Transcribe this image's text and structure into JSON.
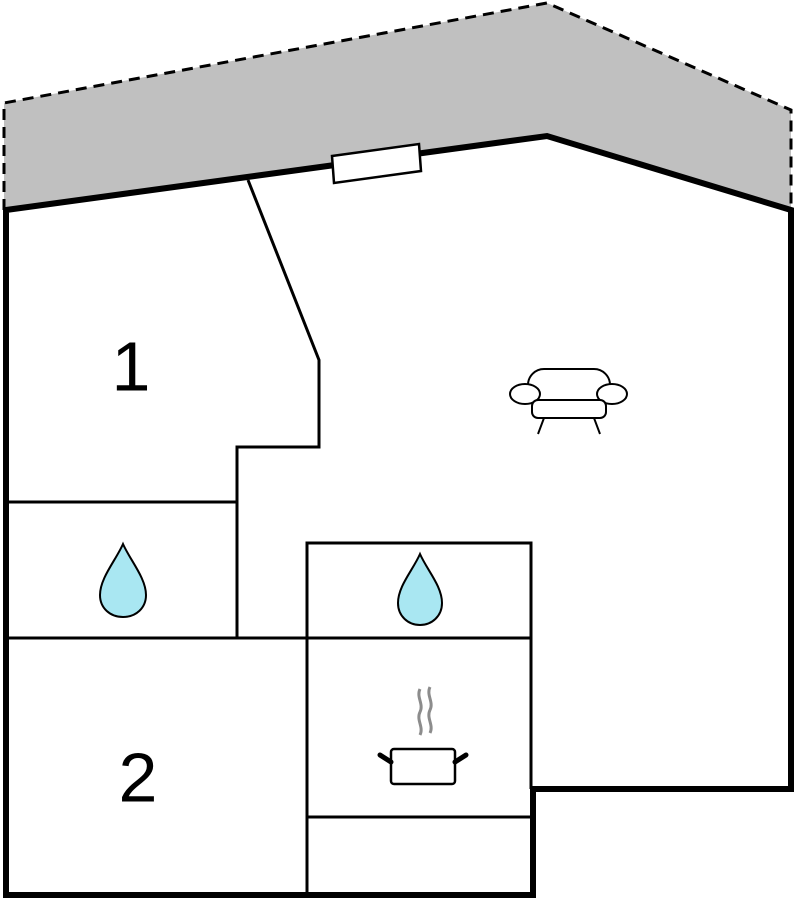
{
  "floor_plan": {
    "rooms": [
      {
        "label": "1",
        "type": "bedroom"
      },
      {
        "label": "2",
        "type": "bedroom"
      },
      {
        "type": "bathroom",
        "icon": "water-drop-icon"
      },
      {
        "type": "bathroom",
        "icon": "water-drop-icon"
      },
      {
        "type": "kitchen",
        "icon": "cooking-pot-icon"
      },
      {
        "type": "living-room",
        "icon": "sofa-icon"
      },
      {
        "type": "storage"
      }
    ],
    "terrace": {
      "pattern": "dashed-outline"
    },
    "door": {
      "location": "terrace-wall"
    }
  },
  "colors": {
    "wall": "#000000",
    "terrace_fill": "#c0c0c0",
    "background": "#ffffff",
    "water_icon_fill": "#a9e7f2",
    "steam": "#8c8c8c"
  }
}
